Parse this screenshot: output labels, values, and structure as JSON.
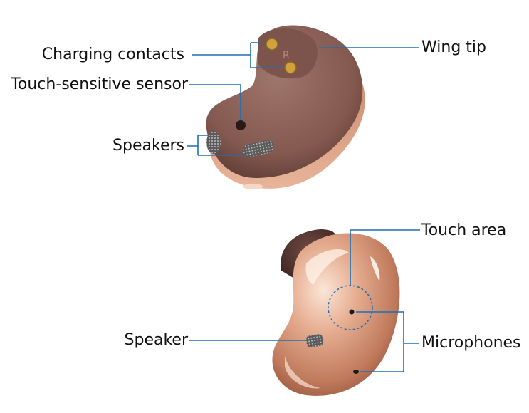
{
  "labels": {
    "charging_contacts": "Charging contacts",
    "wing_tip": "Wing tip",
    "touch_sensor": "Touch-sensitive sensor",
    "speakers": "Speakers",
    "touch_area": "Touch area",
    "speaker": "Speaker",
    "microphones": "Microphones"
  },
  "contact_mark": "R",
  "colors": {
    "inner_body": "#8a6158",
    "inner_body_dark": "#6a463f",
    "outer_shell": "#d99a7e",
    "outer_highlight": "#f7dccb",
    "wing_tip": "#5a3a33",
    "contacts": "#d2a13a",
    "leader_line": "#1f6fb5"
  }
}
